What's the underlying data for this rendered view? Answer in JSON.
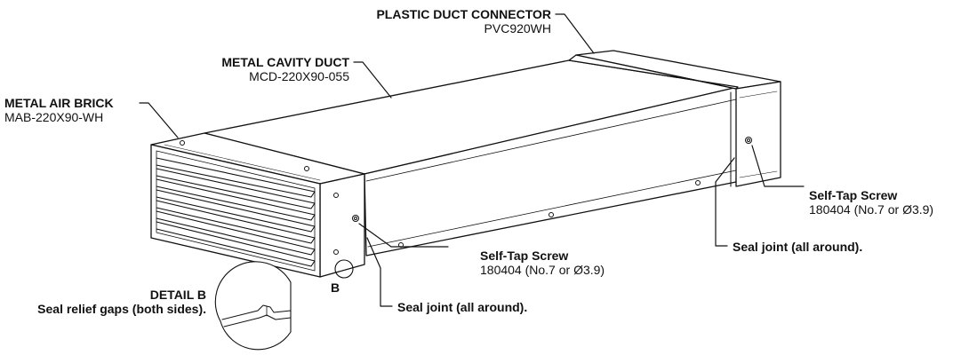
{
  "labels": {
    "duct_connector": {
      "name": "PLASTIC DUCT CONNECTOR",
      "code": "PVC920WH"
    },
    "cavity_duct": {
      "name": "METAL CAVITY DUCT",
      "code": "MCD-220X90-055"
    },
    "air_brick": {
      "name": "METAL AIR BRICK",
      "code": "MAB-220X90-WH"
    },
    "screw_right": {
      "name": "Self-Tap Screw",
      "code": "180404 (No.7 or Ø3.9)"
    },
    "screw_left": {
      "name": "Self-Tap Screw",
      "code": "180404 (No.7 or Ø3.9)"
    },
    "seal_right": {
      "text": "Seal joint (all around)."
    },
    "seal_left": {
      "text": "Seal joint (all around)."
    },
    "detail_marker": "B",
    "detail": {
      "title": "DETAIL B",
      "caption": "Seal relief gaps (both sides)."
    }
  }
}
